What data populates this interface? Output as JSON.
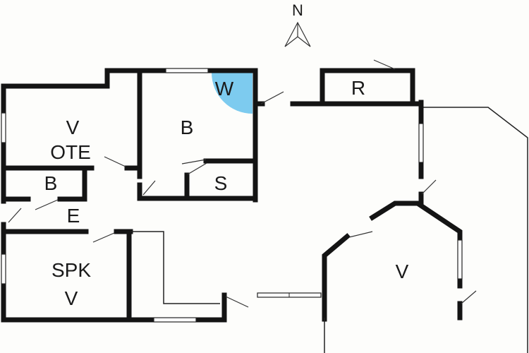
{
  "compass": {
    "label": "N"
  },
  "rooms": {
    "w": "W",
    "r": "R",
    "v_left": "V",
    "ote": "OTE",
    "b_top": "B",
    "s": "S",
    "b_small": "B",
    "e": "E",
    "spk": "SPK",
    "v_spk": "V",
    "v_right": "V"
  },
  "colors": {
    "wardrobe": "#7dcbef",
    "wall": "#141414"
  }
}
